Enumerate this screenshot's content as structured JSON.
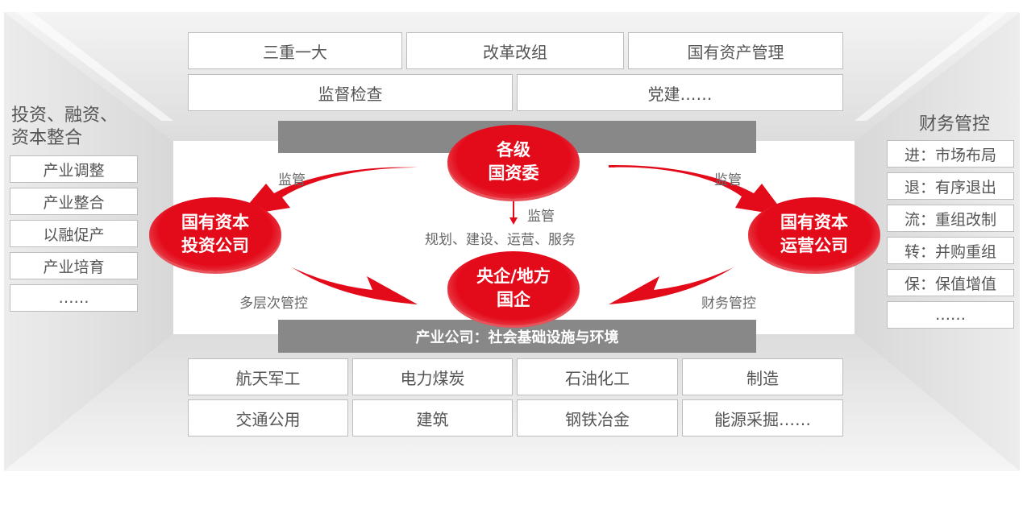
{
  "top_boxes": [
    "三重一大",
    "改革改组",
    "国有资产管理",
    "监督检查",
    "党建……"
  ],
  "left": {
    "title_line1": "投资、融资、",
    "title_line2": "资本整合",
    "items": [
      "产业调整",
      "产业整合",
      "以融促产",
      "产业培育",
      "……"
    ]
  },
  "right": {
    "title": "财务管控",
    "items": [
      "进：市场布局",
      "退：有序退出",
      "流：重组改制",
      "转：并购重组",
      "保：保值增值",
      "……"
    ]
  },
  "nodes": {
    "top": [
      "各级",
      "国资委"
    ],
    "left": [
      "国有资本",
      "投资公司"
    ],
    "right": [
      "国有资本",
      "运营公司"
    ],
    "bottom": [
      "央企/地方",
      "国企"
    ]
  },
  "labels": {
    "sup_left": "监管",
    "sup_right": "监管",
    "sup_center": "监管",
    "functions": "规划、建设、运营、服务",
    "multi": "多层次管控",
    "finance": "财务管控"
  },
  "bottom_bar": "产业公司：社会基础设施与环境",
  "bottom_boxes": [
    "航天军工",
    "电力煤炭",
    "石油化工",
    "制造",
    "交通公用",
    "建筑",
    "钢铁冶金",
    "能源采掘……"
  ],
  "colors": {
    "red": "#e30a1a",
    "gray_bar": "#888888"
  }
}
